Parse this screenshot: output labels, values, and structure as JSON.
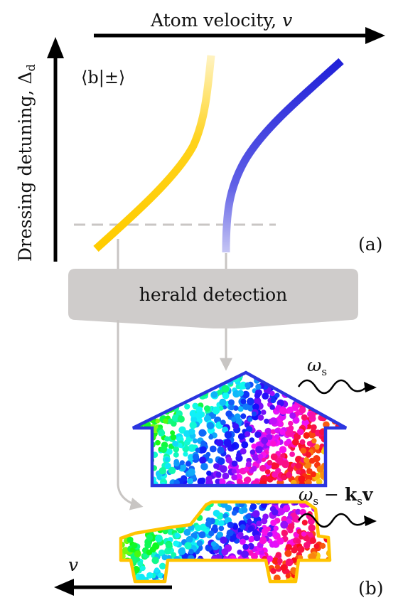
{
  "panel_a": {
    "x_axis_label": "Atom velocity, ",
    "x_axis_symbol": "v",
    "y_axis_label": "Dressing detuning, Δ",
    "y_axis_subscript": "d",
    "state_label": "⟨b|±⟩",
    "panel_tag": "(a)",
    "curve_colors": {
      "lower_branch": "#ffcc00",
      "upper_branch": "#2a2ad8"
    }
  },
  "herald": {
    "label": "herald detection",
    "color": "#cfcccb"
  },
  "panel_b": {
    "house_label": "ω",
    "house_label_sub": "s",
    "car_label_omega": "ω",
    "car_label_omega_sub": "s",
    "car_label_minus": " − ",
    "car_label_k": "k",
    "car_label_k_sub": "s",
    "car_label_v": "v",
    "velocity_label": "v",
    "panel_tag": "(b)",
    "house_outline_color": "#2b35e0",
    "car_outline_color": "#ffc400"
  }
}
